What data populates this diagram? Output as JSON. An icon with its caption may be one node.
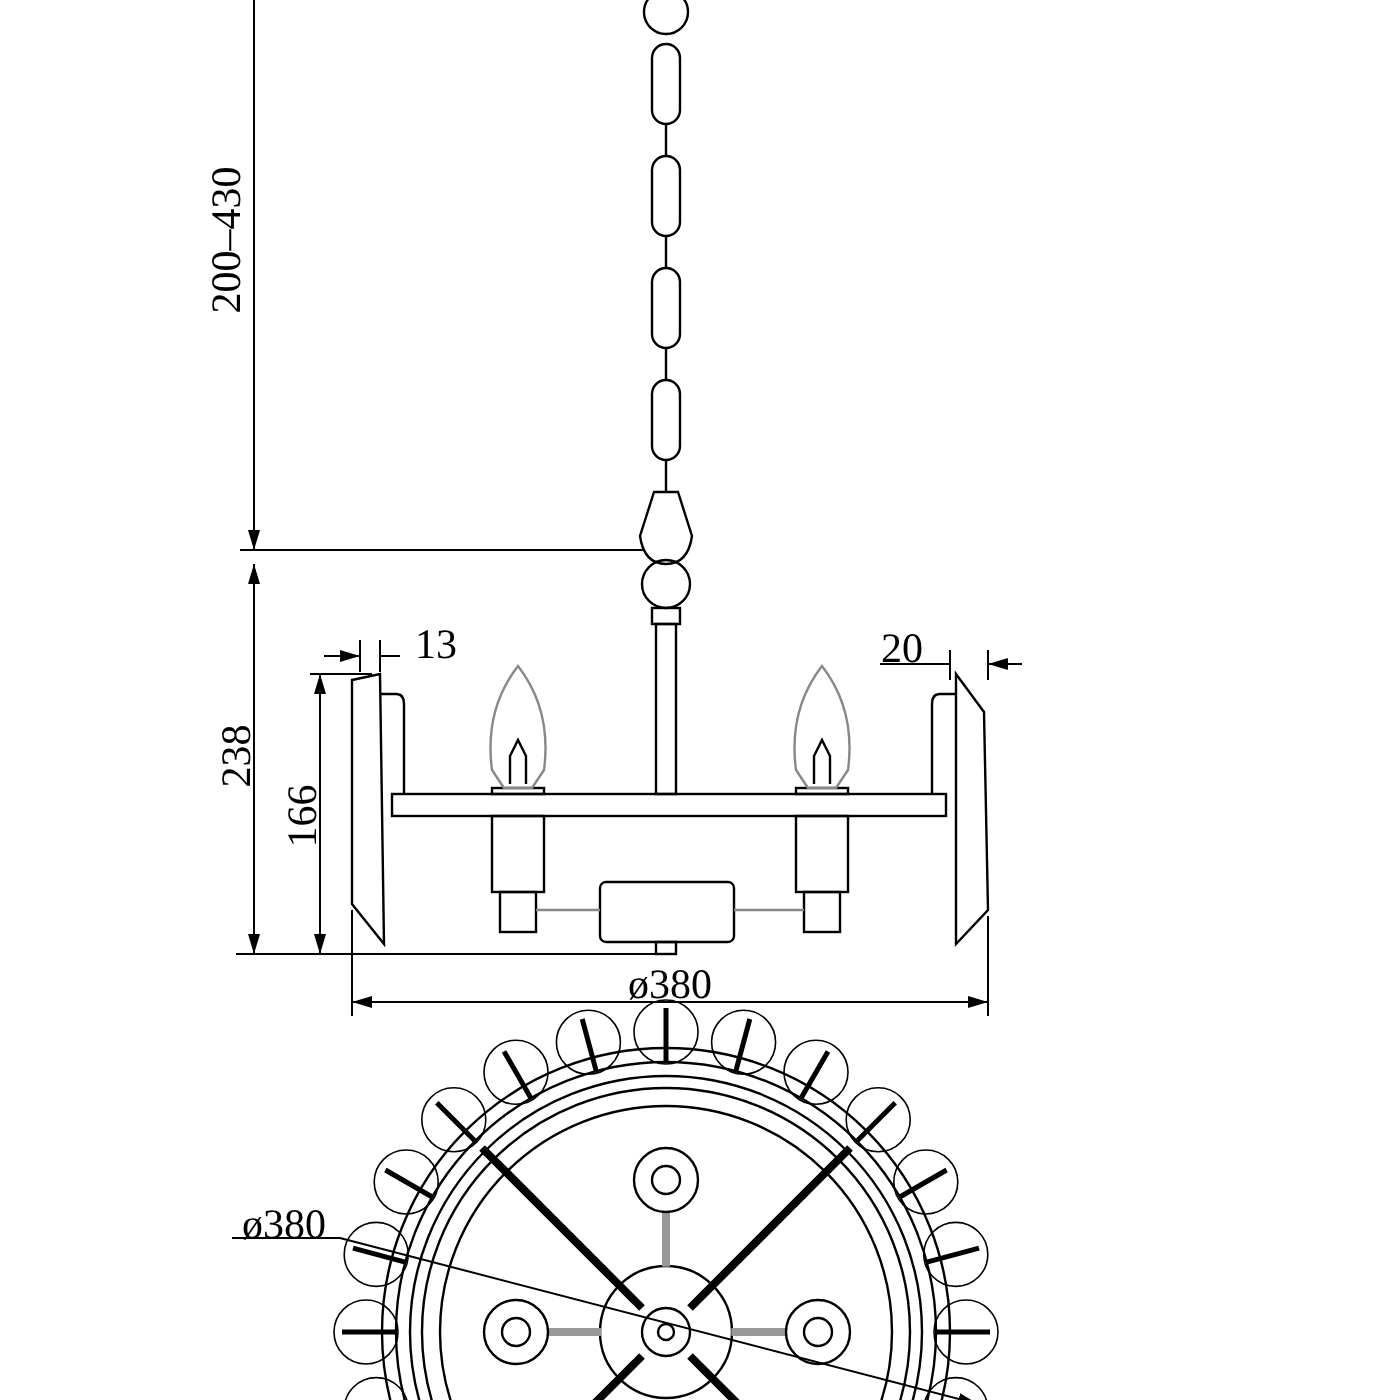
{
  "diagram": {
    "labels": [
      "200–430",
      "13",
      "20",
      "238",
      "166",
      "ø380",
      "ø380"
    ]
  }
}
